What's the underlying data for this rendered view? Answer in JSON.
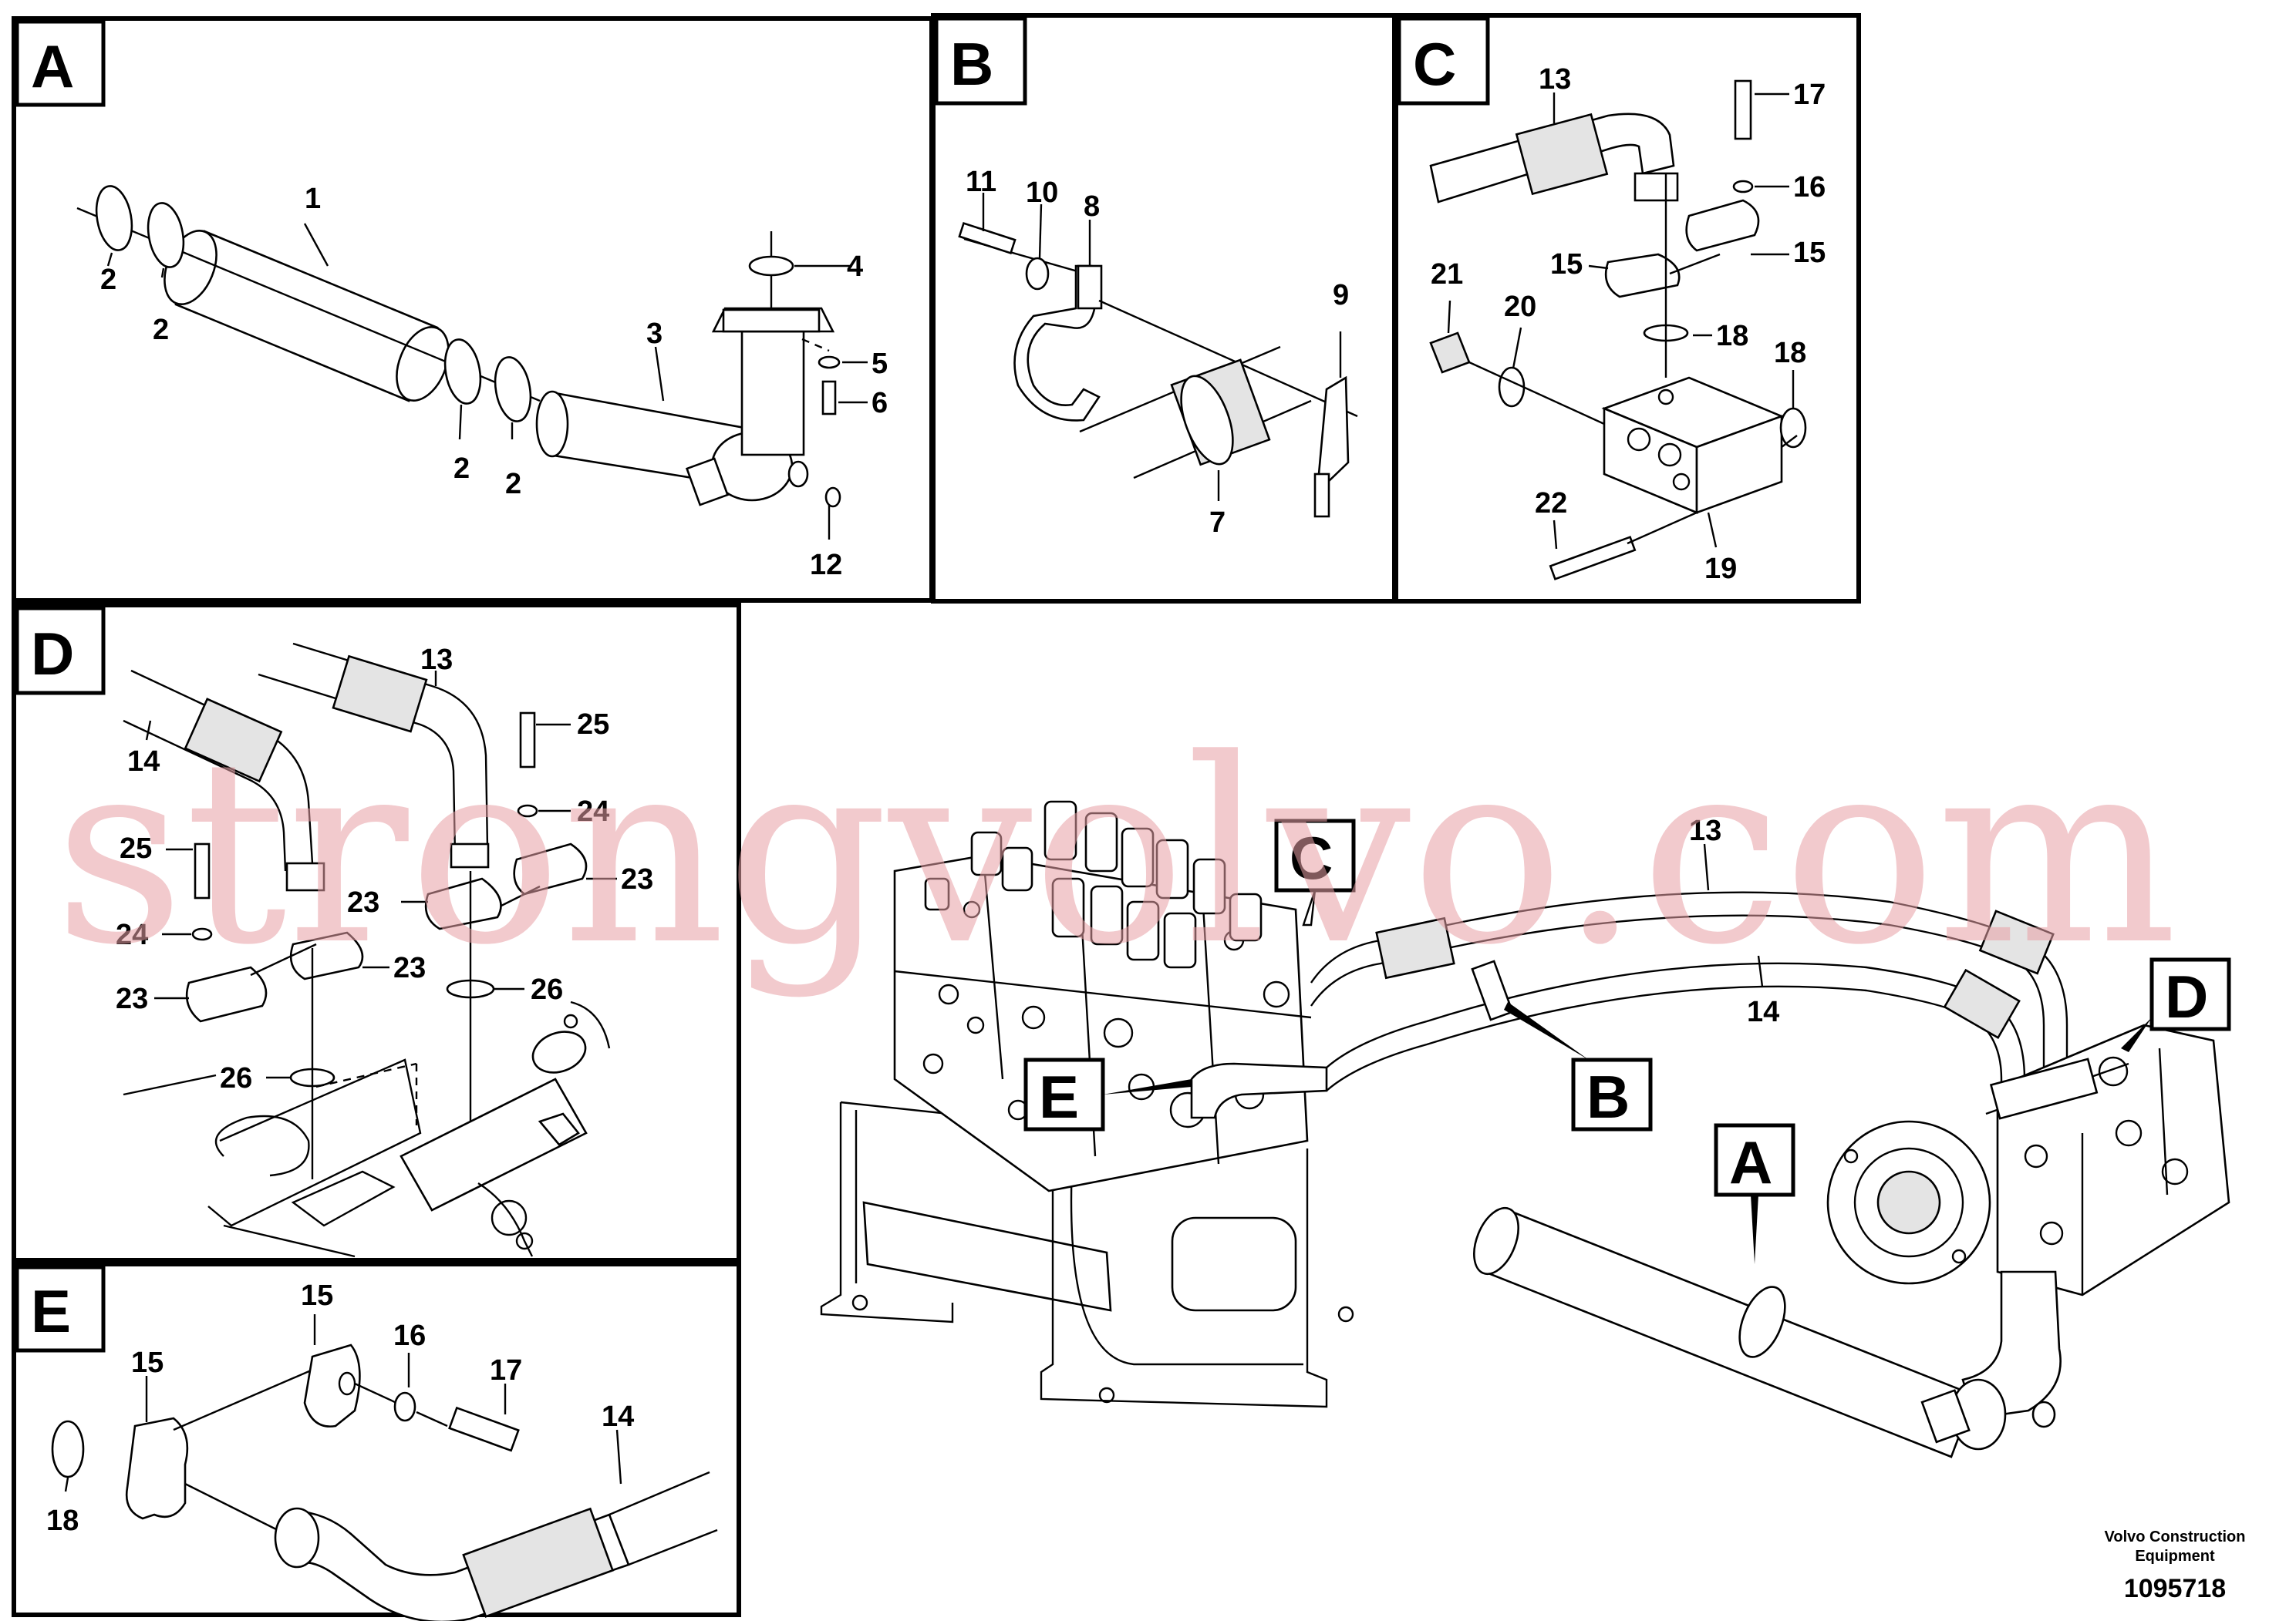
{
  "panels": {
    "a": {
      "tag": "A",
      "labels": [
        "1",
        "2",
        "2",
        "2",
        "2",
        "3",
        "4",
        "5",
        "6",
        "12"
      ]
    },
    "b": {
      "tag": "B",
      "labels": [
        "11",
        "10",
        "8",
        "9",
        "7"
      ]
    },
    "c": {
      "tag": "C",
      "labels": [
        "13",
        "17",
        "16",
        "15",
        "15",
        "21",
        "20",
        "18",
        "18",
        "22",
        "19"
      ]
    },
    "d": {
      "tag": "D",
      "labels": [
        "13",
        "14",
        "25",
        "24",
        "25",
        "23",
        "23",
        "24",
        "23",
        "23",
        "26",
        "26"
      ]
    },
    "e": {
      "tag": "E",
      "labels": [
        "15",
        "15",
        "16",
        "17",
        "14",
        "18"
      ]
    }
  },
  "overview": {
    "callouts": [
      "C",
      "D",
      "E",
      "B",
      "A"
    ],
    "labels": [
      "13",
      "14"
    ]
  },
  "footer": {
    "brand_line1": "Volvo Construction",
    "brand_line2": "Equipment",
    "doc_number": "1095718"
  },
  "watermark": "strongvolvo.com"
}
